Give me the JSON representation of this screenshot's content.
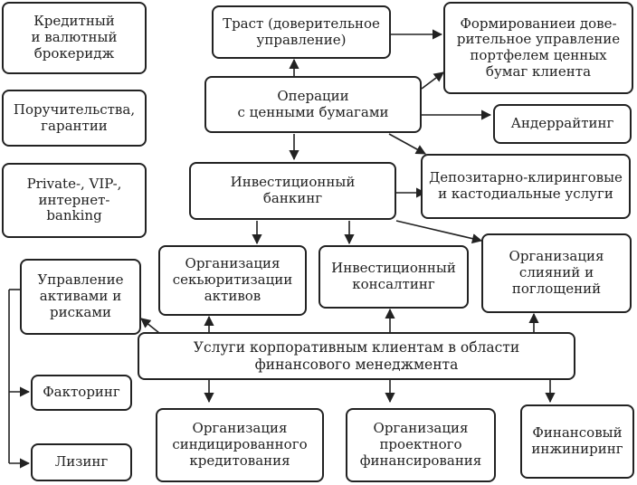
{
  "diagram": {
    "boxes": {
      "credit_brokerage": "Кредитный\nи валютный\nброкеридж",
      "guarantees": "Поручительства,\nгарантии",
      "private_banking": "Private-, VIP-,\nинтернет-\nbanking",
      "trust": "Траст (доверительное\nуправление)",
      "portfolio_trust": "Формированиеи дове-\nрительное управление\nпортфелем ценных\nбумаг клиента",
      "securities_ops": "Операции\nс ценными бумагами",
      "underwriting": "Андеррайтинг",
      "investment_banking": "Инвестиционный\nбанкинг",
      "depository": "Депозитарно-клиринговые\nи кастодиальные услуги",
      "securitization": "Организация\nсекьюритизации\nактивов",
      "investment_consulting": "Инвестиционный\nконсалтинг",
      "mergers": "Организация\nслияний и\nпоглощений",
      "asset_management": "Управление\nактивами и\nрисками",
      "corporate_services": "Услуги корпоративным клиентам в области\nфинансового менеджмента",
      "factoring": "Факторинг",
      "syndicated_lending": "Организация\nсиндицированного\nкредитования",
      "project_finance": "Организация\nпроектного\nфинансирования",
      "financial_engineering": "Финансовый\nинжиниринг",
      "leasing": "Лизинг"
    }
  }
}
